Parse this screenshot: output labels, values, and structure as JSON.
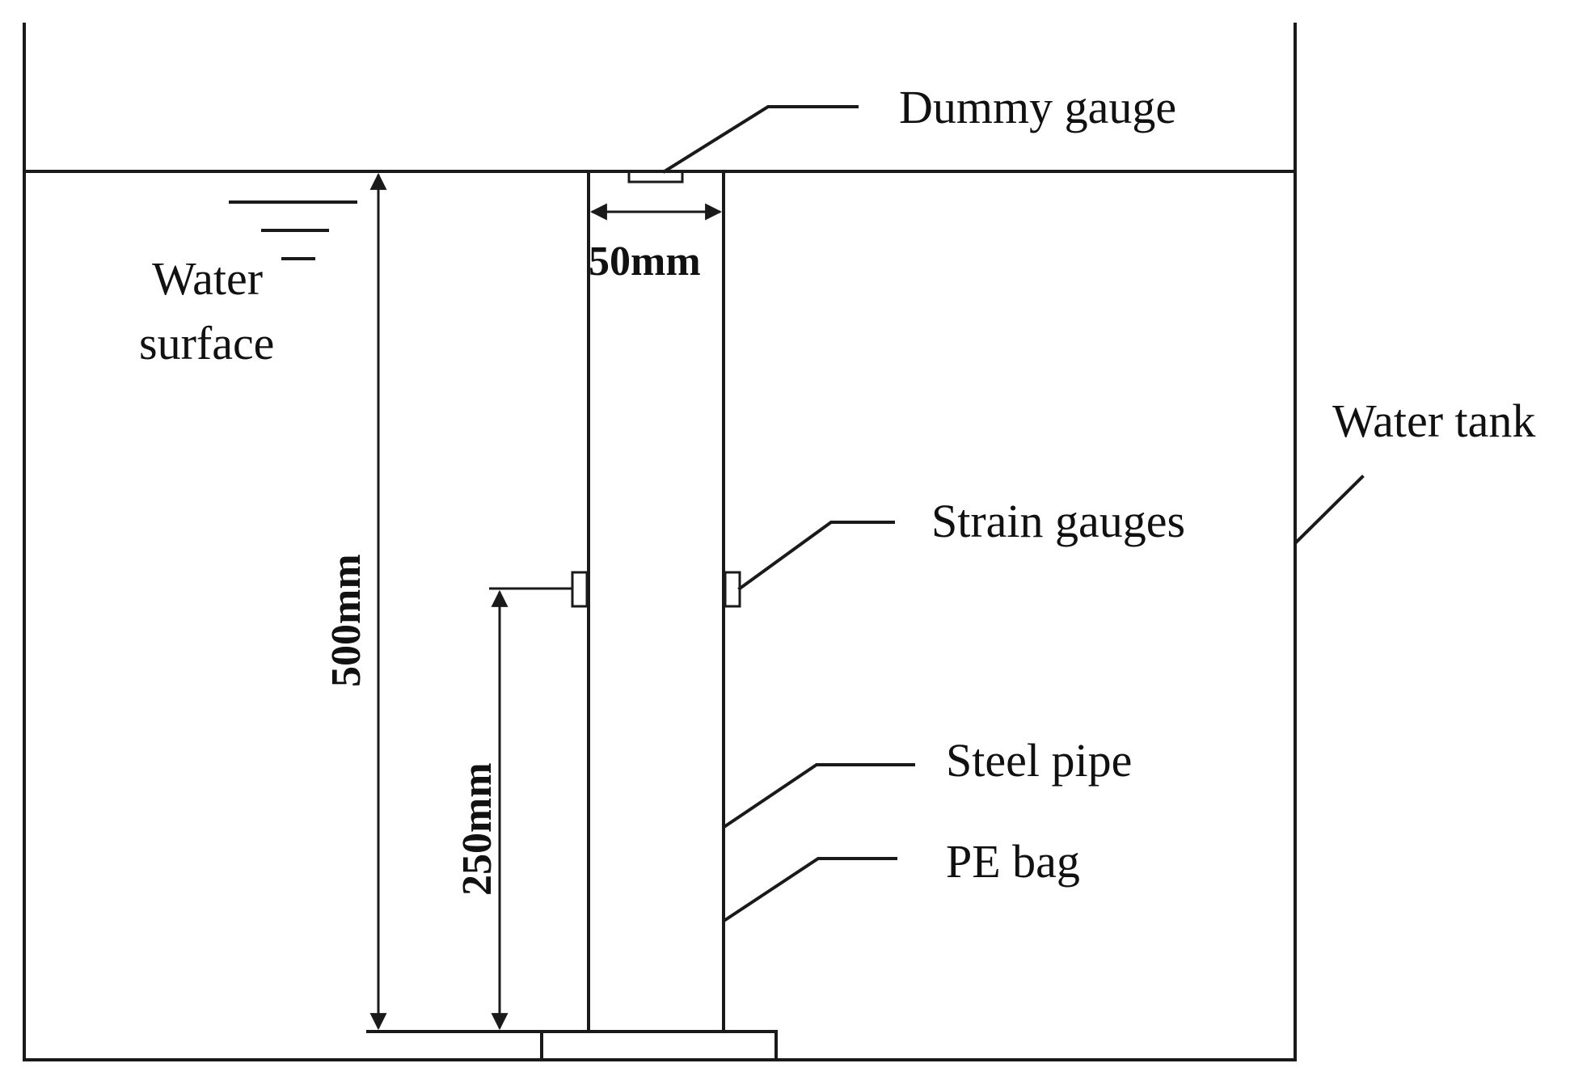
{
  "labels": {
    "dummy_gauge": "Dummy gauge",
    "water_line1": "Water",
    "water_line2": "surface",
    "water_tank": "Water tank",
    "strain_gauges": "Strain gauges",
    "steel_pipe": "Steel pipe",
    "pe_bag": "PE bag"
  },
  "dimensions": {
    "pipe_width": "50mm",
    "water_depth": "500mm",
    "gauge_height": "250mm"
  }
}
